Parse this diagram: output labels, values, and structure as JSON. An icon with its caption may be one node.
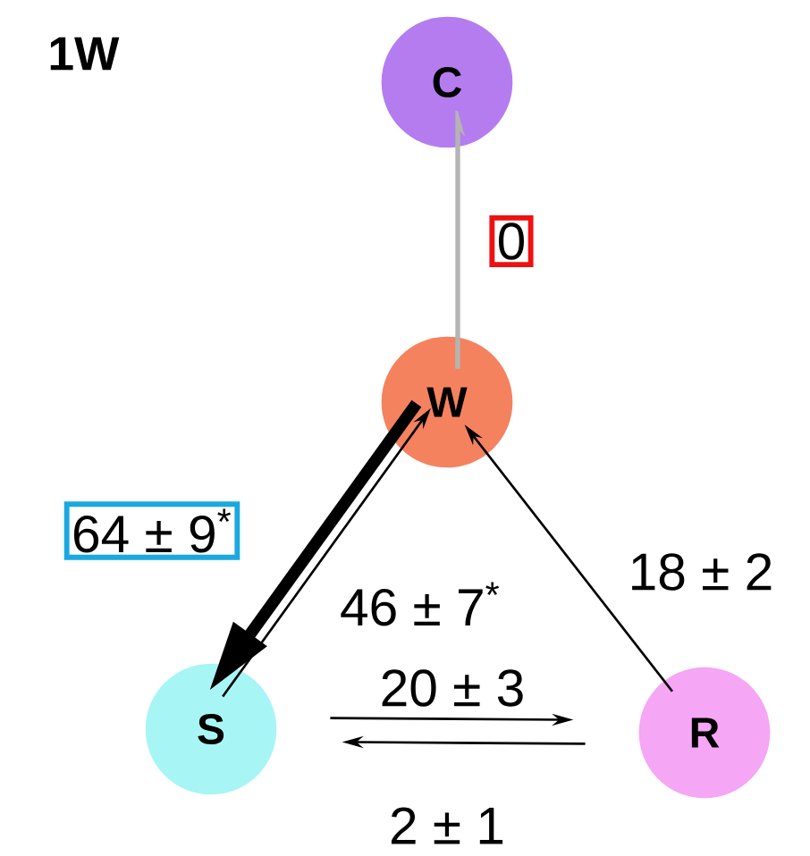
{
  "diagram": {
    "title": "1W",
    "nodes": [
      {
        "text": [
          "C"
        ]
      },
      {
        "text": [
          "W"
        ]
      },
      {
        "text": [
          "S"
        ]
      },
      {
        "text": [
          "R"
        ]
      }
    ],
    "edges": [
      {
        "from": 1,
        "to": 0,
        "arrow": "to",
        "label": "0",
        "color": "#b4b4b4"
      },
      {
        "from": 0,
        "to": 1,
        "arrow": "none",
        "color": "#b4b4b4"
      },
      {
        "from": 1,
        "to": 2,
        "arrow": "to",
        "label": "64 ± 9$^{*}$",
        "style": "thick"
      },
      {
        "from": 2,
        "to": 1,
        "arrow": "to",
        "label": "46 ± 7$^{*}$"
      },
      {
        "from": 3,
        "to": 1,
        "arrow": "to",
        "label": "18 ± 2"
      },
      {
        "from": 2,
        "to": 3,
        "arrow": "to",
        "label": "20 ± 3"
      },
      {
        "from": 3,
        "to": 2,
        "arrow": "to",
        "label": "2 ± 1"
      }
    ]
  }
}
